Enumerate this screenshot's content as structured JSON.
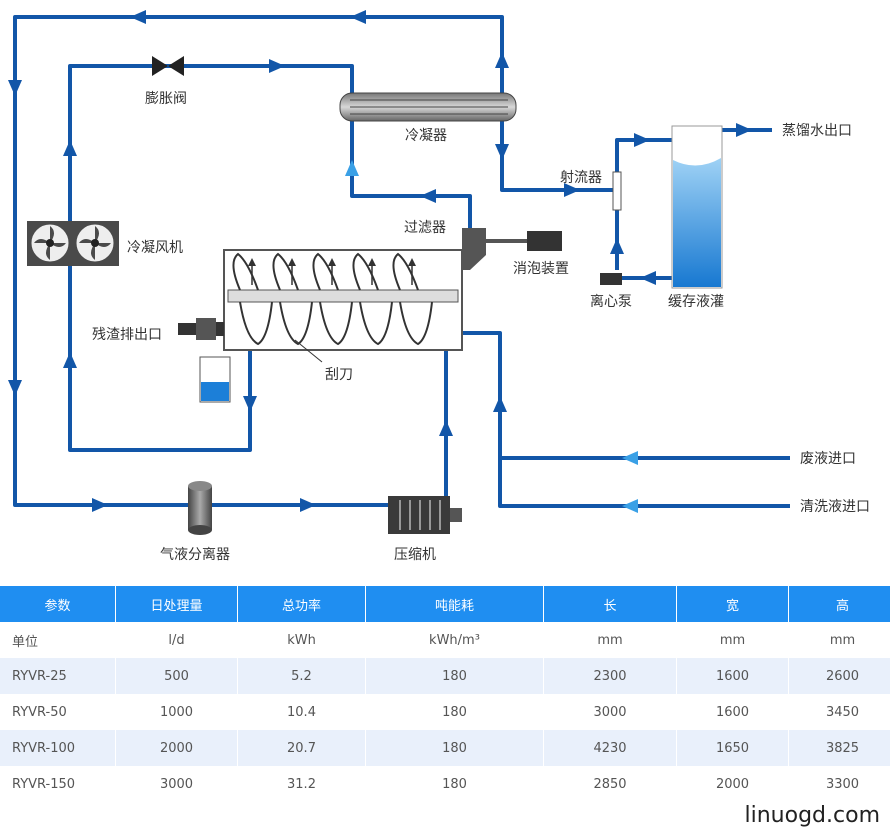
{
  "labels": {
    "expansion_valve": "膨胀阀",
    "condenser": "冷凝器",
    "condenser_fan": "冷凝风机",
    "filter": "过滤器",
    "defoamer": "消泡装置",
    "ejector": "射流器",
    "centrifugal_pump": "离心泵",
    "storage_tank": "缓存液灌",
    "distilled_water_outlet": "蒸馏水出口",
    "residue_outlet": "残渣排出口",
    "scraper": "刮刀",
    "waste_liquid_inlet": "废液进口",
    "cleaning_liquid_inlet": "清洗液进口",
    "gas_liquid_separator": "气液分离器",
    "compressor": "压缩机"
  },
  "colors": {
    "pipe": "#1256a8",
    "light_flow": "#3aa0e6",
    "header": "#1f8ef1",
    "row_alt": "#e9f0fb",
    "equipment": "#555555"
  },
  "table": {
    "headers": [
      "参数",
      "日处理量",
      "总功率",
      "吨能耗",
      "长",
      "宽",
      "高"
    ],
    "rows": [
      [
        "单位",
        "l/d",
        "kWh",
        "kWh/m³",
        "mm",
        "mm",
        "mm"
      ],
      [
        "RYVR-25",
        "500",
        "5.2",
        "180",
        "2300",
        "1600",
        "2600"
      ],
      [
        "RYVR-50",
        "1000",
        "10.4",
        "180",
        "3000",
        "1600",
        "3450"
      ],
      [
        "RYVR-100",
        "2000",
        "20.7",
        "180",
        "4230",
        "1650",
        "3825"
      ],
      [
        "RYVR-150",
        "3000",
        "31.2",
        "180",
        "2850",
        "2000",
        "3300"
      ]
    ]
  },
  "watermark": "linuogd.com"
}
